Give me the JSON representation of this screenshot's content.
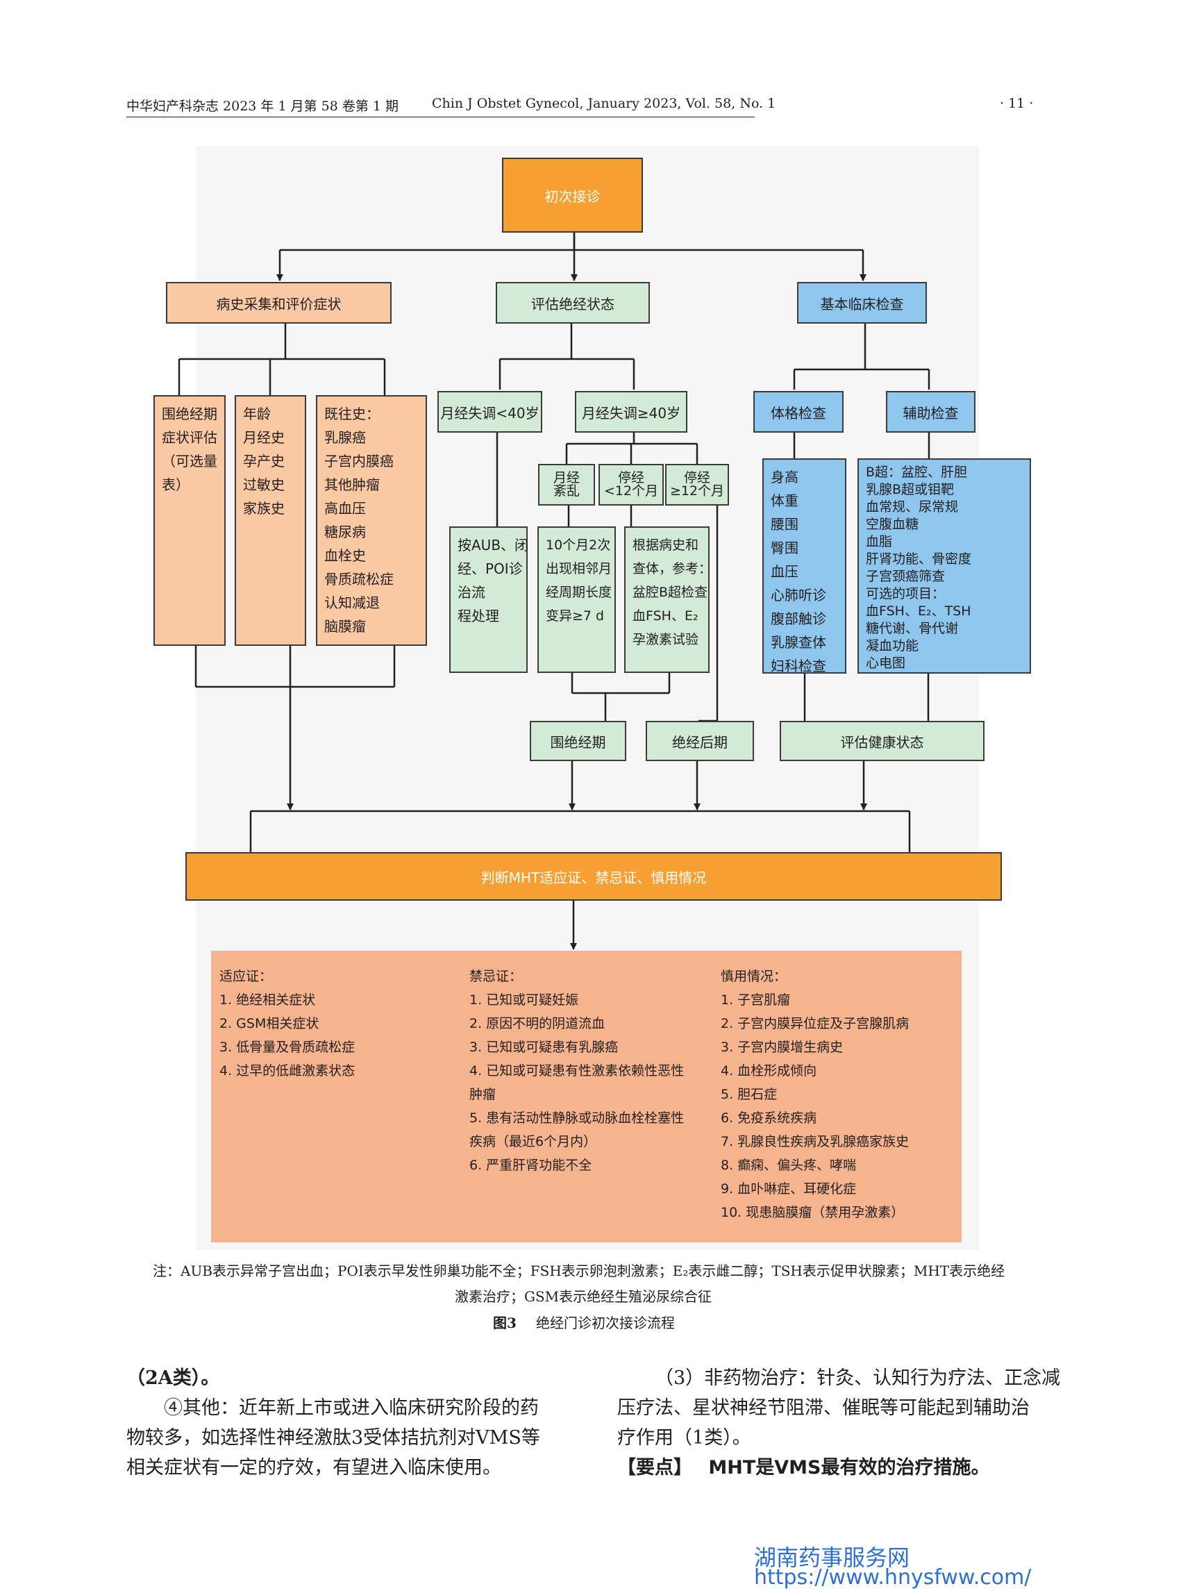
{
  "header": {
    "journal_cn": "中华妇产科杂志 2023 年 1 月第 58 卷第 1 期",
    "journal_en": "Chin J Obstet Gynecol, January 2023, Vol. 58, No. 1",
    "page": "· 11 ·"
  },
  "flow": {
    "start": "初次接诊",
    "branch_history": "病史采集和评价症状",
    "branch_status": "评估绝经状态",
    "branch_exam": "基本临床检查",
    "hist_box1": [
      "围绝经期",
      "症状评估",
      "（可选量",
      "表）"
    ],
    "hist_box2": [
      "年龄",
      "月经史",
      "孕产史",
      "过敏史",
      "家族史"
    ],
    "hist_box3": [
      "既往史：",
      "乳腺癌",
      "子宫内膜癌",
      "其他肿瘤",
      "高血压",
      "糖尿病",
      "血栓史",
      "骨质疏松症",
      "认知减退",
      "脑膜瘤"
    ],
    "age_lt40": "月经失调<40岁",
    "age_ge40": "月经失调≥40岁",
    "sub_disorder": [
      "月经",
      "紊乱"
    ],
    "sub_lt12": [
      "停经",
      "<12个月"
    ],
    "sub_ge12": [
      "停经",
      "≥12个月"
    ],
    "box_poi": [
      "按AUB、闭",
      "经、POI诊",
      "治流",
      "程处理"
    ],
    "box_cycle": [
      "10个月2次",
      "出现相邻月",
      "经周期长度",
      "变异≥7 d"
    ],
    "box_ref": [
      "根据病史和",
      "查体，参考：",
      "盆腔B超检查",
      "血FSH、E₂",
      "孕激素试验"
    ],
    "perimenopause": "围绝经期",
    "postmenopause": "绝经后期",
    "physical_exam": "体格检查",
    "aux_exam": "辅助检查",
    "physical_items": [
      "身高",
      "体重",
      "腰围",
      "臀围",
      "血压",
      "心肺听诊",
      "腹部触诊",
      "乳腺查体",
      "妇科检查"
    ],
    "aux_items": [
      "B超：盆腔、肝胆",
      "乳腺B超或钼靶",
      "血常规、尿常规",
      "空腹血糖",
      "血脂",
      "肝肾功能、骨密度",
      "子宫颈癌筛查",
      "可选的项目：",
      "血FSH、E₂、TSH",
      "糖代谢、骨代谢",
      "凝血功能",
      "心电图"
    ],
    "health_status": "评估健康状态",
    "judge": "判断MHT适应证、禁忌证、慎用情况"
  },
  "final": {
    "indications_title": "适应证：",
    "indications": [
      "1. 绝经相关症状",
      "2. GSM相关症状",
      "3. 低骨量及骨质疏松症",
      "4. 过早的低雌激素状态"
    ],
    "contra_title": "禁忌证：",
    "contra": [
      "1. 已知或可疑妊娠",
      "2. 原因不明的阴道流血",
      "3. 已知或可疑患有乳腺癌",
      "4. 已知或可疑患有性激素依赖性恶性",
      "肿瘤",
      "5. 患有活动性静脉或动脉血栓栓塞性",
      "疾病（最近6个月内）",
      "6. 严重肝肾功能不全"
    ],
    "caution_title": "慎用情况：",
    "caution": [
      "1. 子宫肌瘤",
      "2. 子宫内膜异位症及子宫腺肌病",
      "3. 子宫内膜增生病史",
      "4. 血栓形成倾向",
      "5. 胆石症",
      "6. 免疫系统疾病",
      "7. 乳腺良性疾病及乳腺癌家族史",
      "8. 癫痫、偏头疼、哮喘",
      "9. 血卟啉症、耳硬化症",
      "10. 现患脑膜瘤（禁用孕激素）"
    ]
  },
  "caption": {
    "note_line1": "注：AUB表示异常子宫出血；POI表示早发性卵巢功能不全；FSH表示卵泡刺激素；E₂表示雌二醇；TSH表示促甲状腺素；MHT表示绝经",
    "note_line2": "激素治疗；GSM表示绝经生殖泌尿综合征",
    "figure_no": "图3",
    "figure_title": "绝经门诊初次接诊流程"
  },
  "body": {
    "left": [
      "（2A类）。",
      "④其他：近年新上市或进入临床研究阶段的药",
      "物较多，如选择性神经激肽3受体拮抗剂对VMS等",
      "相关症状有一定的疗效，有望进入临床使用。"
    ],
    "right": [
      "（3）非药物治疗：针灸、认知行为疗法、正念减",
      "压疗法、星状神经节阻滞、催眠等可能起到辅助治",
      "疗作用（1类）。"
    ],
    "keypoint_label": "【要点】",
    "keypoint_text": "MHT是VMS最有效的治疗措施。"
  },
  "watermark": {
    "name": "湖南药事服务网",
    "url": "https://www.hnysfww.com/"
  }
}
